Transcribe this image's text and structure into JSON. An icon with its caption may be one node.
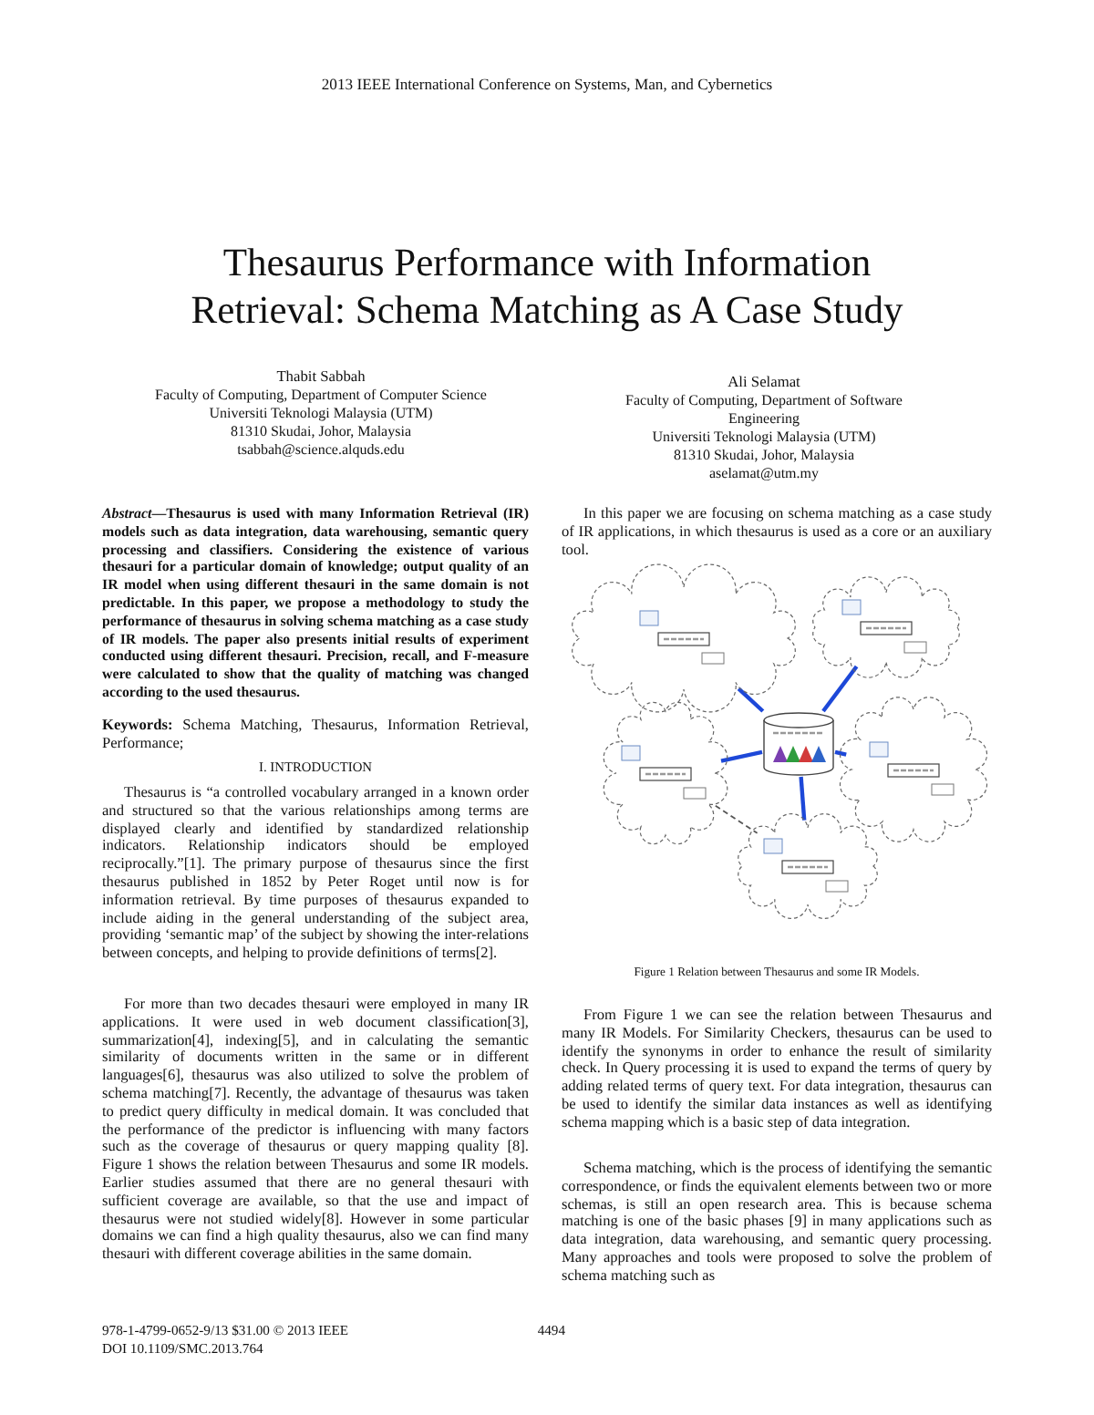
{
  "diagram": {
    "title": "Thesaurus Performance with Information Retrieval: Schema Matching as A Case Study",
    "caption": "Figure 1 Relation between Thesaurus and some IR Models.",
    "nodes": [
      {
        "text": [],
        "shape": "cloud"
      },
      {
        "text": [],
        "shape": "cloud"
      },
      {
        "text": [],
        "shape": "cloud"
      },
      {
        "text": [],
        "shape": "cylinder"
      },
      {
        "text": [],
        "shape": "cloud"
      },
      {
        "text": [],
        "shape": "cloud"
      }
    ],
    "edges": [
      {
        "from": 3,
        "to": 0,
        "arrow": "none"
      },
      {
        "from": 3,
        "to": 1,
        "arrow": "none"
      },
      {
        "from": 3,
        "to": 2,
        "arrow": "none"
      },
      {
        "from": 3,
        "to": 4,
        "arrow": "none"
      },
      {
        "from": 3,
        "to": 5,
        "arrow": "none"
      },
      {
        "from": 2,
        "to": 5,
        "arrow": "none",
        "style": "dashed",
        "color": "#555555"
      }
    ],
    "labels": [
      "2013 IEEE International Conference on Systems, Man, and Cybernetics",
      "Thabit Sabbah",
      "Faculty of Computing, Department of Computer Science",
      "Universiti Teknologi Malaysia (UTM)",
      "81310 Skudai, Johor, Malaysia",
      "tsabbah@science.alquds.edu",
      "Ali Selamat",
      "Faculty of Computing, Department of Software Engineering",
      "Universiti Teknologi Malaysia (UTM)",
      "81310 Skudai, Johor, Malaysia",
      "aselamat@utm.my",
      "*Abstract*—Thesaurus is used with many Information Retrieval (IR) models such as data integration, data warehousing, semantic query processing and classifiers. Considering the existence of various thesauri for a particular domain of knowledge; output quality of an IR model when using different thesauri in the same domain is not predictable. In this paper, we propose a methodology to study the performance of thesaurus in solving schema matching as a case study of IR models. The paper also presents initial results of experiment conducted using different thesauri. Precision, recall, and F-measure were calculated to show that the quality of matching was changed according to the used thesaurus.",
      "**Keywords:** Schema Matching, Thesaurus, Information Retrieval, Performance;",
      "I. INTRODUCTION",
      "Thesaurus is “a controlled vocabulary arranged in a known order and structured so that the various relationships among terms are displayed clearly and identified by standardized relationship indicators. Relationship indicators should be employed reciprocally.”[1]. The primary purpose of thesaurus since the first thesaurus published in 1852 by Peter Roget until now is for information retrieval. By time purposes of thesaurus expanded to include aiding in the general understanding of the subject area, providing ‘semantic map’ of the subject by showing the inter-relations between concepts, and helping to provide definitions of terms[2].",
      "For more than two decades thesauri were employed in many IR applications. It were used in web document classification[3], summarization[4], indexing[5], and in calculating the semantic similarity of documents written in the same or in different languages[6], thesaurus was also utilized to solve the problem of schema matching[7]. Recently, the advantage of thesaurus was taken to predict query difficulty in medical domain. It was concluded that the performance of the predictor is influencing with many factors such as the coverage of thesaurus or query mapping quality [8]. Figure 1 shows the relation between Thesaurus and some IR models. Earlier studies assumed that there are no general thesauri with sufficient coverage are available, so that the use and impact of thesaurus were not studied widely[8]. However in some particular domains we can find a high quality thesaurus, also we can find many thesauri with different coverage abilities in the same domain.",
      "In this paper we are focusing on schema matching as a case study of IR applications, in which thesaurus is used as a core or an auxiliary tool.",
      "From Figure 1 we can see the relation between Thesaurus and many IR Models. For Similarity Checkers, thesaurus can be used to identify the synonyms in order to enhance the result of similarity check. In Query processing it is used to expand the terms of query by adding related terms of query text. For data integration, thesaurus can be used to identify the similar data instances as well as identifying schema mapping which is a basic step of data integration.",
      "Schema matching, which is the process of identifying the semantic correspondence, or finds the equivalent elements between two or more schemas, is still an open research area. This is because schema matching is one of the basic phases [9] in many applications such as data integration, data warehousing, and semantic query processing. Many approaches and tools were proposed to solve the problem of schema matching such as",
      "978-1-4799-0652-9/13 $31.00 © 2013 IEEE",
      "DOI 10.1109/SMC.2013.764",
      "4494"
    ]
  }
}
